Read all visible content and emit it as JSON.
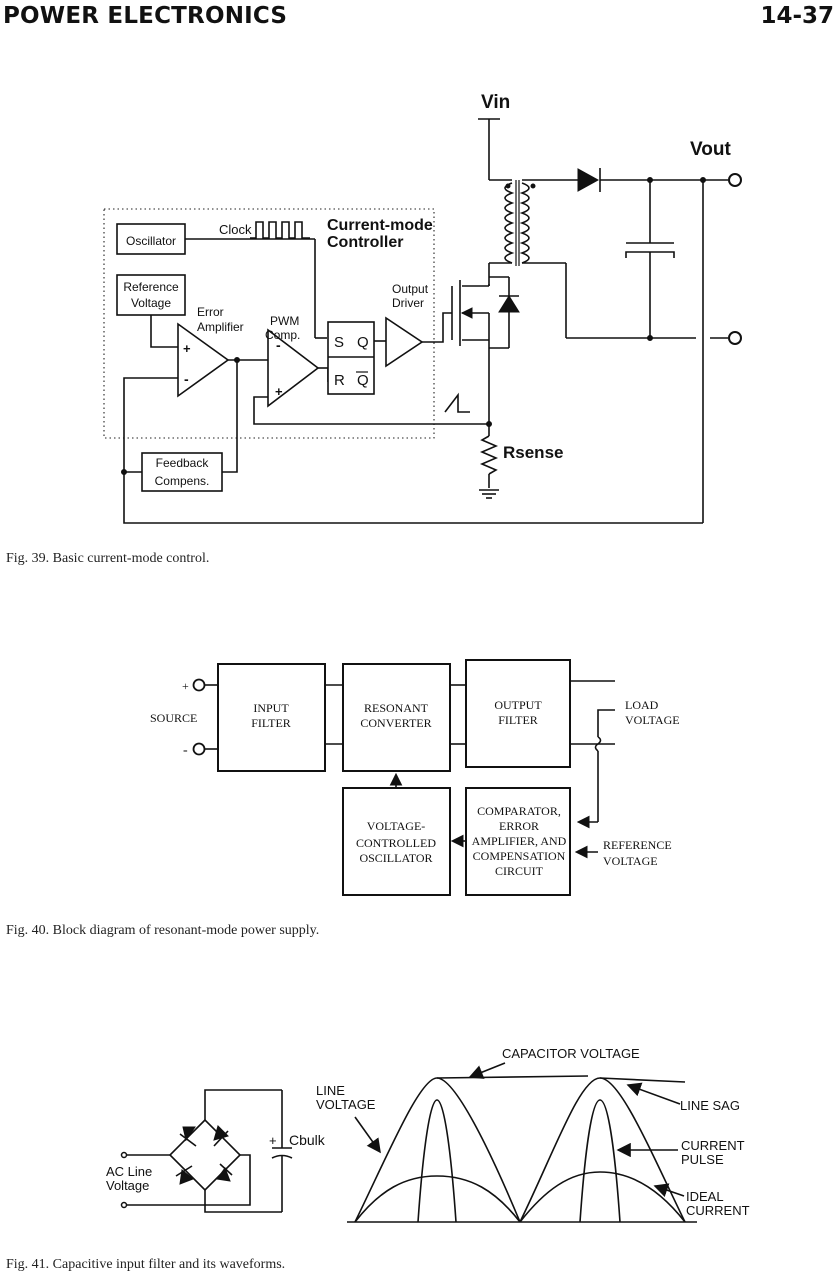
{
  "header": {
    "section": "POWER ELECTRONICS",
    "page": "14-37"
  },
  "fig39": {
    "caption": "Fig. 39. Basic current-mode control.",
    "vin": "Vin",
    "vout": "Vout",
    "rsense": "Rsense",
    "oscillator": "Oscillator",
    "clock": "Clock",
    "controller_line1": "Current-mode",
    "controller_line2": "Controller",
    "reference_line1": "Reference",
    "reference_line2": "Voltage",
    "error_line1": "Error",
    "error_line2": "Amplifier",
    "pwm_line1": "PWM",
    "pwm_line2": "Comp.",
    "latch_s": "S",
    "latch_q": "Q",
    "latch_r": "R",
    "latch_qbar": "Q",
    "driver_line1": "Output",
    "driver_line2": "Driver",
    "feedback_line1": "Feedback",
    "feedback_line2": "Compens.",
    "plus": "+",
    "minus": "-"
  },
  "fig40": {
    "caption": "Fig. 40. Block diagram of resonant-mode power supply.",
    "source": "SOURCE",
    "source_plus": "+",
    "source_minus": "-",
    "input_filter_line1": "INPUT",
    "input_filter_line2": "FILTER",
    "resonant_line1": "RESONANT",
    "resonant_line2": "CONVERTER",
    "output_filter_line1": "OUTPUT",
    "output_filter_line2": "FILTER",
    "load_line1": "LOAD",
    "load_line2": "VOLTAGE",
    "vco_line1": "VOLTAGE-",
    "vco_line2": "CONTROLLED",
    "vco_line3": "OSCILLATOR",
    "comp_line1": "COMPARATOR,",
    "comp_line2": "ERROR",
    "comp_line3": "AMPLIFIER, AND",
    "comp_line4": "COMPENSATION",
    "comp_line5": "CIRCUIT",
    "ref_line1": "REFERENCE",
    "ref_line2": "VOLTAGE"
  },
  "fig41": {
    "caption": "Fig. 41. Capacitive input filter and its waveforms.",
    "ac_line1": "AC Line",
    "ac_line2": "Voltage",
    "cbulk": "Cbulk",
    "cbulk_plus": "+",
    "line_voltage_line1": "LINE",
    "line_voltage_line2": "VOLTAGE",
    "capacitor_voltage": "CAPACITOR VOLTAGE",
    "line_sag": "LINE SAG",
    "current_pulse_line1": "CURRENT",
    "current_pulse_line2": "PULSE",
    "ideal_current_line1": "IDEAL",
    "ideal_current_line2": "CURRENT"
  }
}
